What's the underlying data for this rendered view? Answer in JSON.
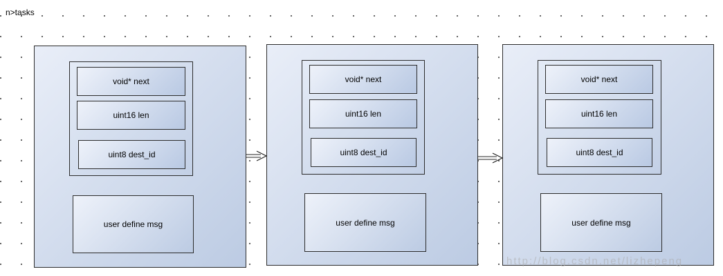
{
  "title": "n>tasks",
  "nodes": [
    {
      "fields": [
        "void* next",
        "uint16 len",
        "uint8 dest_id"
      ],
      "msg": "user define msg"
    },
    {
      "fields": [
        "void* next",
        "uint16 len",
        "uint8 dest_id"
      ],
      "msg": "user define msg"
    },
    {
      "fields": [
        "void* next",
        "uint16 len",
        "uint8 dest_id"
      ],
      "msg": "user define msg"
    }
  ],
  "watermark": "http://blog.csdn.net/lizhepeng"
}
